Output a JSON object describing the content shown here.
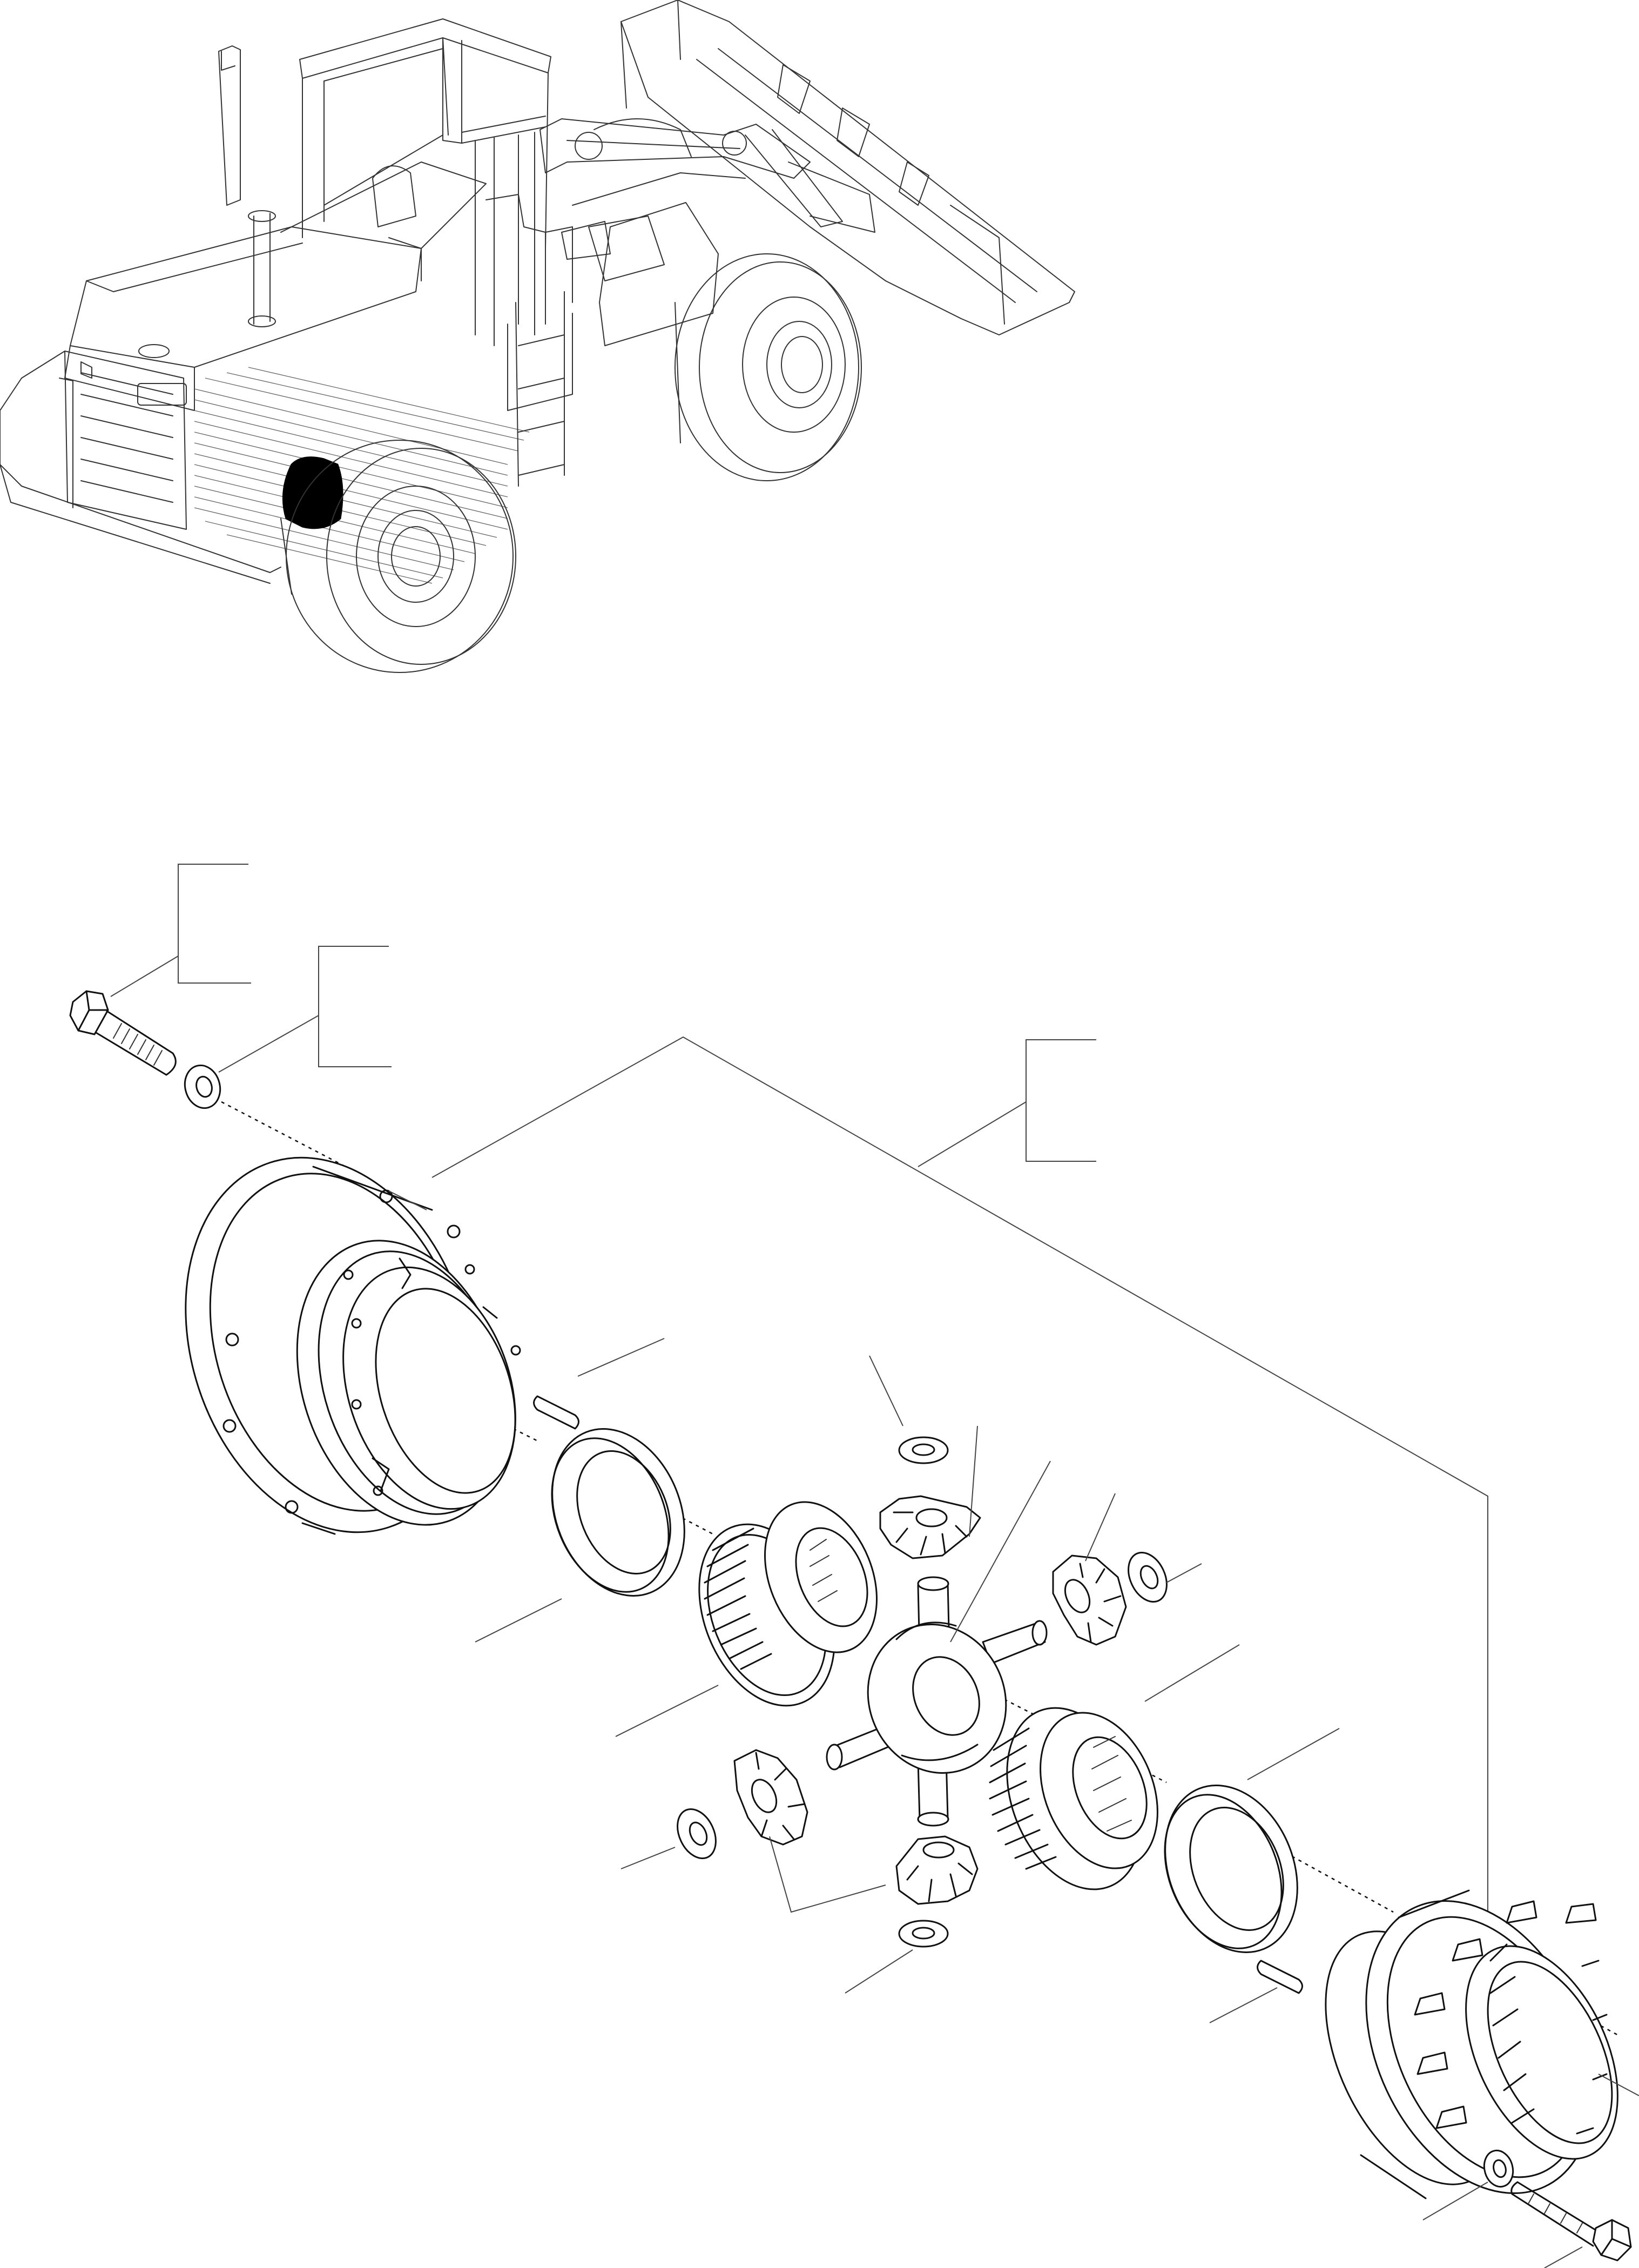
{
  "figure": {
    "type": "exploded-parts-diagram",
    "overview_image": "wheel-loader",
    "highlighted_component": "differential",
    "brackets": [
      {
        "id": "bracket-bolt",
        "label": ""
      },
      {
        "id": "bracket-washer",
        "label": ""
      },
      {
        "id": "bracket-assembly",
        "label": ""
      }
    ],
    "colors": {
      "line": "#111111",
      "background": "#ffffff",
      "highlight": "#000000"
    }
  }
}
